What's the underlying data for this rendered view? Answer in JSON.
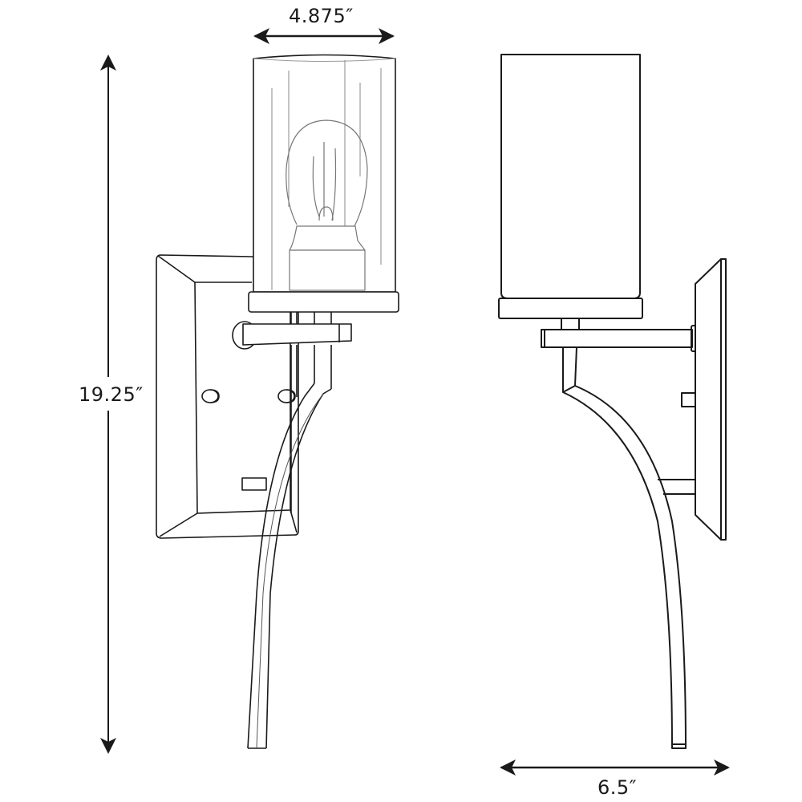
{
  "figure": {
    "type": "product dimension line drawing",
    "subject": "single-light wall sconce",
    "views": [
      {
        "name": "front-view",
        "description": "Front view with clear cylindrical glass shade showing exposed bulb, rectangular beveled backplate, arm and curved downward stem"
      },
      {
        "name": "side-view",
        "description": "Side profile view with cylindrical shade, arm extending to thin wall plate, curved downward stem"
      }
    ]
  },
  "dimensions": {
    "width": {
      "label": "4.875″",
      "orientation": "horizontal",
      "applies_to": "shade width (front view)"
    },
    "height": {
      "label": "19.25″",
      "orientation": "vertical",
      "applies_to": "overall height"
    },
    "extension": {
      "label": "6.5″",
      "orientation": "horizontal",
      "applies_to": "extension from wall (side view)"
    }
  },
  "colors": {
    "line": "#1a1a1a",
    "thin_line": "#8a8a8a",
    "background": "#ffffff"
  }
}
